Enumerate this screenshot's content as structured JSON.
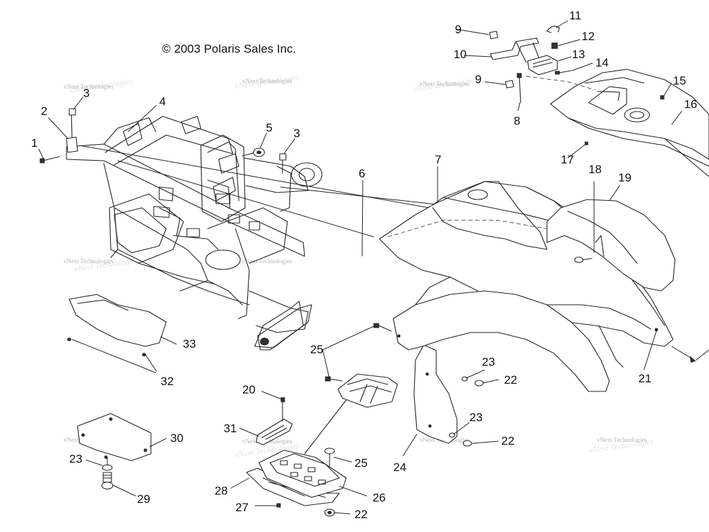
{
  "copyright": "© 2003 Polaris Sales Inc.",
  "watermark": "vNext Technologies",
  "callouts": [
    "1",
    "2",
    "3",
    "4",
    "5",
    "3",
    "6",
    "7",
    "8",
    "9",
    "9",
    "10",
    "11",
    "12",
    "13",
    "14",
    "15",
    "16",
    "17",
    "18",
    "19",
    "20",
    "21",
    "22",
    "22",
    "22",
    "23",
    "23",
    "23",
    "24",
    "25",
    "25",
    "26",
    "27",
    "28",
    "29",
    "30",
    "31",
    "32",
    "33"
  ]
}
